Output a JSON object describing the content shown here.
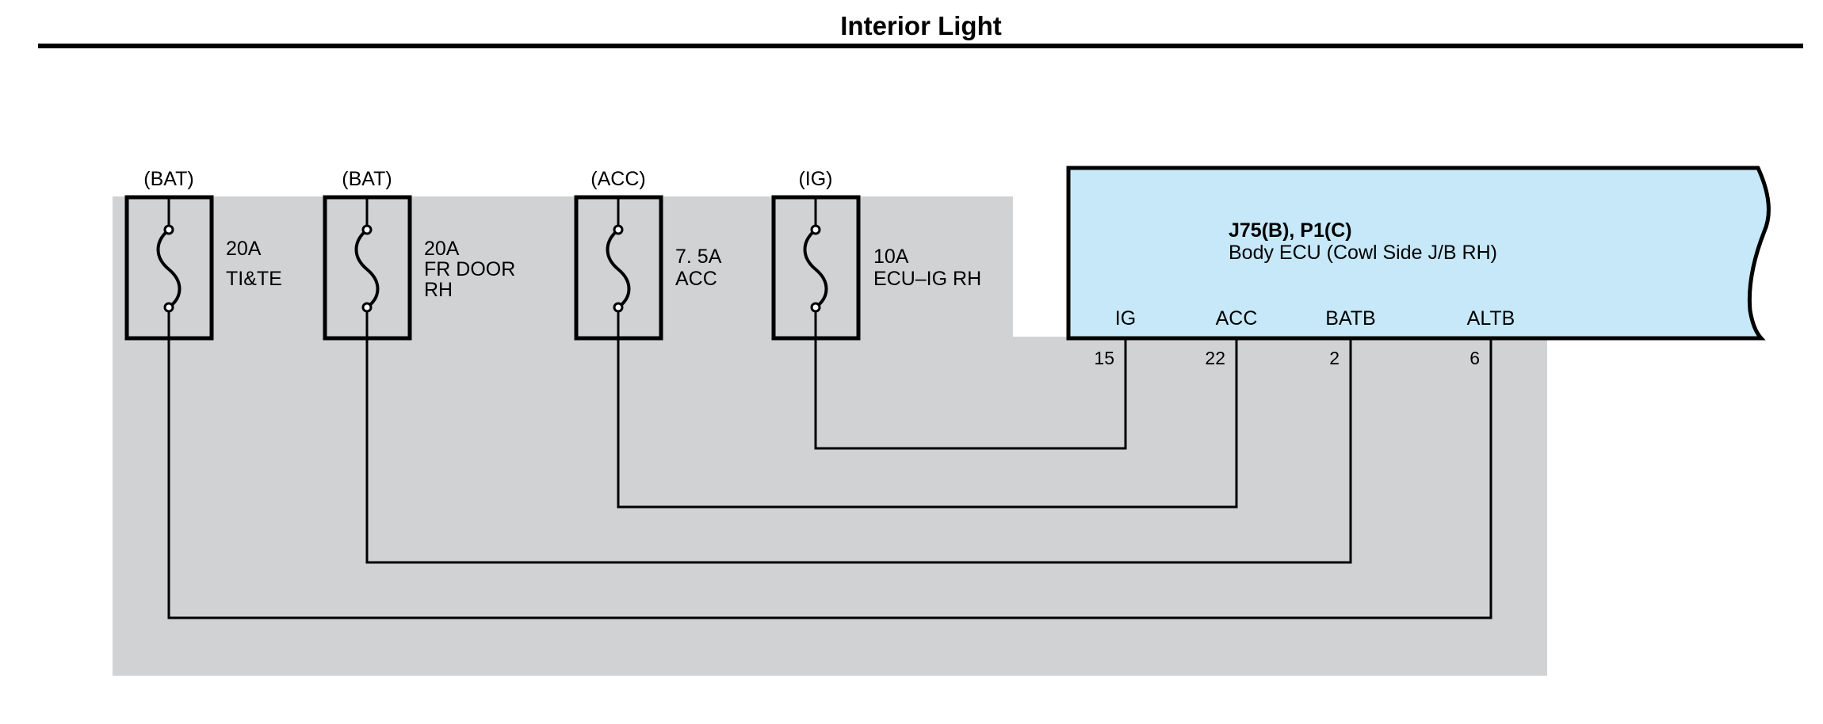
{
  "title": "Interior Light",
  "colors": {
    "background_panel": "#d0d2d3",
    "ecu_fill": "#c6e8f9",
    "line": "#000000"
  },
  "fuses": [
    {
      "source": "(BAT)",
      "rating": "20A",
      "name_lines": [
        "TI&TE"
      ]
    },
    {
      "source": "(BAT)",
      "rating": "20A",
      "name_lines": [
        "FR DOOR",
        "RH"
      ]
    },
    {
      "source": "(ACC)",
      "rating": "7. 5A",
      "name_lines": [
        "ACC"
      ]
    },
    {
      "source": "(IG)",
      "rating": "10A",
      "name_lines": [
        "ECU–IG RH"
      ]
    }
  ],
  "ecu": {
    "connector": "J75(B), P1(C)",
    "name": "Body ECU (Cowl Side J/B RH)",
    "terminals": [
      {
        "label": "IG",
        "pin": "15"
      },
      {
        "label": "ACC",
        "pin": "22"
      },
      {
        "label": "BATB",
        "pin": "2"
      },
      {
        "label": "ALTB",
        "pin": "6"
      }
    ]
  }
}
